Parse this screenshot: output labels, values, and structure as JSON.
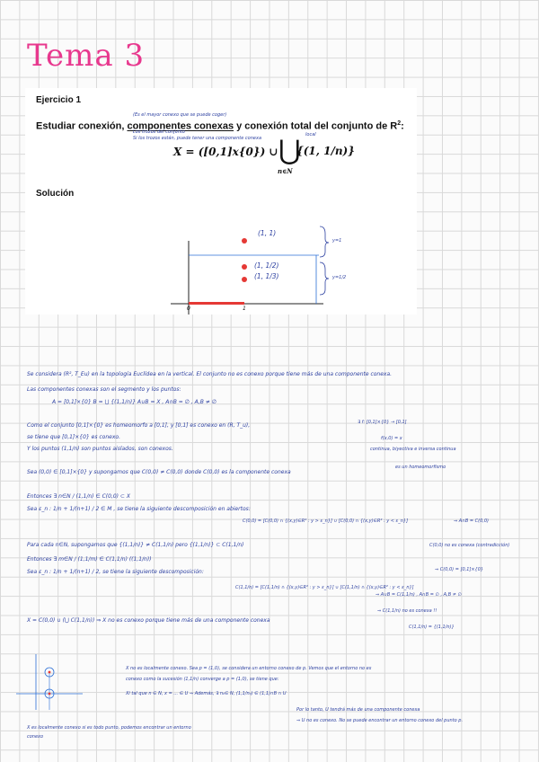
{
  "title": "Tema 3",
  "exercise": {
    "label": "Ejercicio 1",
    "statement_prefix": "Estudiar conexión, ",
    "statement_underlined": "componentes conexas",
    "statement_suffix": " y conexión total del conjunto de R",
    "statement_exponent": "2",
    "statement_end": ":",
    "formula_left": "X = ([0,1]x{0}) ∪",
    "union_symbol": "⋃",
    "union_index": "n∈N",
    "formula_right": "{(1, 1/n)}",
    "margin_note_1": "(Es el mayor conexo que se puede coger)",
    "margin_note_2": "Los trozos del conjunto",
    "margin_note_3": "Si los trozos están, puede tener una componente conexa",
    "above_note": "local",
    "solution_label": "Solución"
  },
  "graph": {
    "point_label_top": "(1, 1)",
    "point_label_mid": "(1, 1/2)",
    "point_label_low": "(1, 1/3)",
    "brace_label_top": "y=1",
    "brace_label_mid": "y=1/2",
    "origin_label": "0",
    "x_label": "1",
    "dot_color": "#e53935",
    "segment_color": "#e53935"
  },
  "notes": {
    "line1": "Se considera (R², T_Eu) en la topología Euclídea en la vertical. El conjunto no es conexo porque tiene más de una componente conexa.",
    "line2": "Las componentes conexas son el segmento y los puntos:",
    "line3": "A = [0,1]×{0}     B = ⋃ {(1,1/n)}     A∪B = X ,   A∩B = ∅ ,   A,B ≠ ∅",
    "line4": "Como el conjunto [0,1]×{0} es homeomorfo a [0,1], y [0,1] es conexo en (R, T_u),",
    "line5": "se tiene que [0,1]×{0} es conexo.",
    "line6": "Y los puntos (1,1/n) son puntos aislados, son conexos.",
    "line7": "Sea (0,0) ∈ [0,1]×{0} y supongamos que C(0,0) ≠ C(0,0) donde C(0,0) es la componente conexa",
    "line8": "Entonces ∃ n∈N / (1,1/n) ∈ C(0,0) ⊂ X",
    "line9": "Sea ε_n : 1/n + 1/(n+1) / 2 ∈ M , se tiene la siguiente descomposición en abiertos:",
    "line10": "C(0,0) = [C(0,0) ∩ {(x,y)∈R² : y > ε_n}] ∪ [C(0,0) ∩ {(x,y)∈R² : y < ε_n}]",
    "line11": "Para cada n∈N, supongamos que {(1,1/n)} ≠ C(1,1/n) pero {(1,1/n)} ⊂ C(1,1/n)",
    "line12": "Entonces ∃ m∈N / (1,1/m) ∈ C(1,1/n) ((1,1/n))",
    "line13": "Sea ε_n : 1/n + 1/(n+1) / 2, se tiene la siguiente descomposición:",
    "line14": "C(1,1/n) = [C(1,1/n) ∩ {(x,y)∈R² : y > ε_n}] ∪ [C(1,1/n) ∩ {(x,y)∈R² : y < ε_n}]",
    "line15": "X = C(0,0) ∪ (⋃ C(1,1/n))  ⇒  X no es conexo porque tiene más de una componente conexa",
    "right1": "∃ f: [0,1]×{0} → [0,1]",
    "right2": "f(x,0) = x",
    "right3": "continua, biyectiva e inversa continua",
    "right4": "es un homeomorfismo",
    "right5": "⇒ A∩B = C(0,0)",
    "right6": "C(0,0) no es conexa (contradicción)",
    "right7": "⇒ C(0,0) = [0,1]×{0}",
    "right8": "⇒ A∪B = C(1,1/n) , A∩B = ∅ , A,B ≠ ∅",
    "right9": "⇒ C(1,1/n) no es conexa !!",
    "right10": "C(1,1/n) = {(1,1/n)}",
    "bottom1": "X no es localmente conexo. Sea p = (1,0), se considera un entorno conexo de p. Vemos que el entorno no es",
    "bottom2": "conexo como la sucesión (1,1/n) converge a p = (1,0), se tiene que:",
    "bottom3": "Xi  tal que  n ∈ N, x = ... ∈ U  ⇒  Además, ∃ n₀∈ N, (1,1/n₀) ∈ (1,1)∩B ∩ U",
    "bottom4": "X es localmente conexo si es todo punto, podemos encontrar un entorno",
    "bottom5": "conexo",
    "bottom6": "Por lo tanto, U tendrá más de una componente conexa",
    "bottom7": "⇒ U no es conexo. No se puede encontrar un entorno conexo del punto p."
  },
  "colors": {
    "title": "#e8388e",
    "ink": "#2b3fa0",
    "accent": "#e53935"
  }
}
